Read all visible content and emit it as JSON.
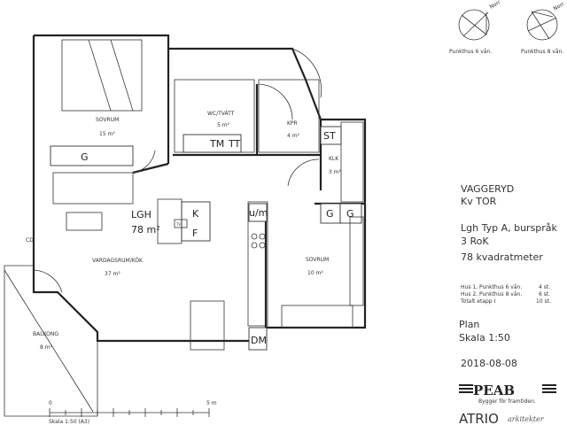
{
  "orientation": {
    "north_label": "Norr",
    "left_caption": "Punkthus 6 vån.",
    "right_caption": "Punkthus 8 vån."
  },
  "rooms": {
    "bedroom1": {
      "name": "SOVRUM",
      "area": "15 m²"
    },
    "wc": {
      "name": "WC/TVÄTT",
      "area": "5 m²"
    },
    "kpr": {
      "name": "KPR",
      "area": "4 m²"
    },
    "klk": {
      "name": "KLK",
      "area": "3 m²"
    },
    "living": {
      "name": "VARDAGSRUM/KÖK",
      "area": "37 m²"
    },
    "bedroom2": {
      "name": "SOVRUM",
      "area": "10 m²"
    },
    "balcony": {
      "name": "BALKONG",
      "area": "8 m²"
    }
  },
  "apartment": {
    "label": "LGH",
    "area": "78 m²"
  },
  "fixtures": {
    "g": "G",
    "st": "ST",
    "tm": "TM",
    "tt": "TT",
    "k": "K",
    "f": "F",
    "tv": "TV",
    "um": "u/m",
    "dm": "DM",
    "cd": "CD"
  },
  "scale_bar": {
    "start": "0",
    "end": "5 m",
    "caption": "Skala 1:50 (A3)"
  },
  "info": {
    "place": "VAGGERYD",
    "block": "Kv TOR",
    "type": "Lgh Typ A, burspråk",
    "rooms": "3 RoK",
    "size": "78 kvadratmeter",
    "counts": [
      {
        "label": "Hus 1, Punkthus 6 vån.",
        "value": "4 st."
      },
      {
        "label": "Hus 2, Punkthus 8 vån.",
        "value": "6 st."
      },
      {
        "label": "Totalt etapp I",
        "value": "10 st."
      }
    ],
    "view": "Plan",
    "scale": "Skala 1:50",
    "date": "2018-08-08"
  },
  "logos": {
    "peab": "PEAB",
    "peab_tagline": "Bygger för framtiden.",
    "atrio": "ATRIO",
    "atrio_sub": "arkitekter"
  }
}
